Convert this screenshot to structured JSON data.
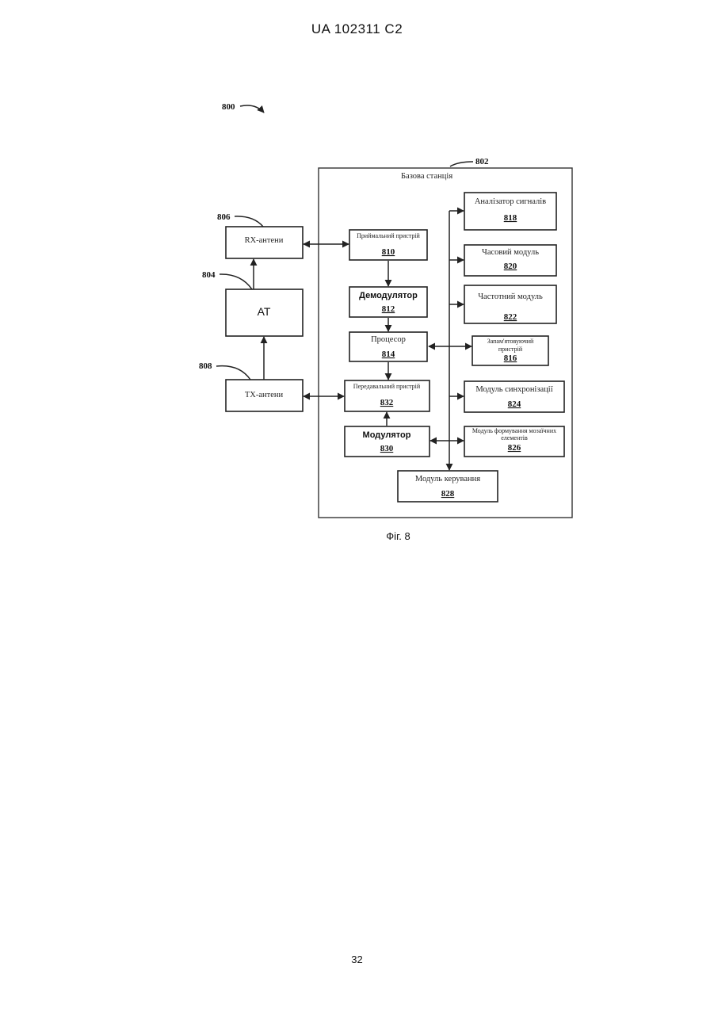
{
  "header": {
    "patent_id": "UA   102311   C2"
  },
  "figure": {
    "ref_system": "800",
    "ref_base_station": "802",
    "ref_at": "804",
    "ref_rx": "806",
    "ref_tx": "808",
    "base_station_title": "Базова станція",
    "at_label": "AT",
    "rx_label": "RX-антени",
    "tx_label": "TX-антени",
    "receiver": {
      "label": "Приймальний пристрій",
      "num": "810"
    },
    "demodulator": {
      "label": "Демодулятор",
      "num": "812"
    },
    "processor": {
      "label": "Процесор",
      "num": "814"
    },
    "transmitter": {
      "label": "Передавальний пристрій",
      "num": "832"
    },
    "modulator": {
      "label": "Модулятор",
      "num": "830"
    },
    "signal_analyzer": {
      "label": "Аналізатор сигналів",
      "num": "818"
    },
    "time_module": {
      "label": "Часовий модуль",
      "num": "820"
    },
    "freq_module": {
      "label": "Частотний модуль",
      "num": "822"
    },
    "memory": {
      "label_line1": "Запам'ятовуючий",
      "label_line2": "пристрій",
      "num": "816"
    },
    "sync_module": {
      "label": "Модуль синхронізації",
      "num": "824"
    },
    "tile_module": {
      "label_line1": "Модуль формування мозаїчних",
      "label_line2": "елементів",
      "num": "826"
    },
    "control_module": {
      "label": "Модуль керування",
      "num": "828"
    }
  },
  "caption": "Фіг. 8",
  "page_number": "32"
}
